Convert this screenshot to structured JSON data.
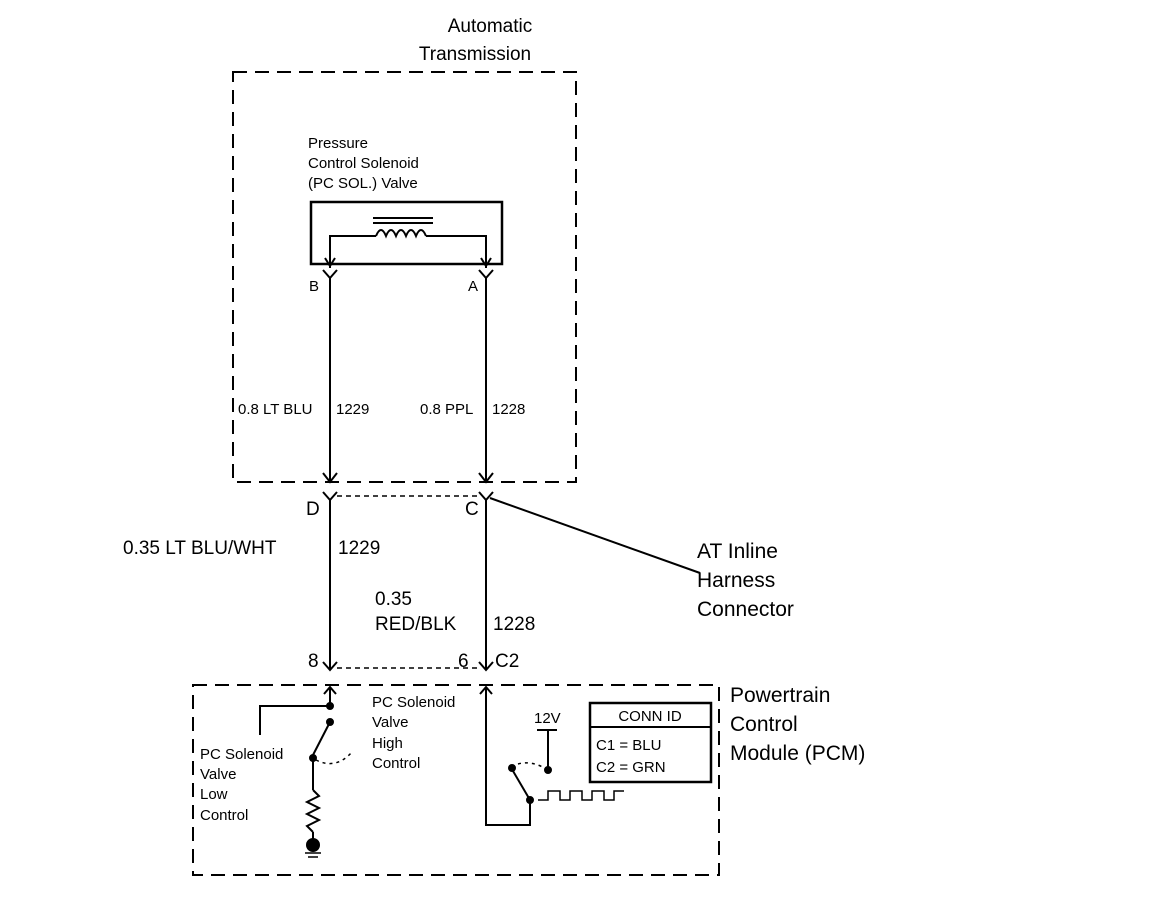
{
  "transmission": {
    "title_line1": "Automatic",
    "title_line2": "Transmission",
    "solenoid_label_line1": "Pressure",
    "solenoid_label_line2": "Control Solenoid",
    "solenoid_label_line3": "(PC SOL.) Valve",
    "pin_b": "B",
    "pin_a": "A",
    "wire_left_label": "0.8 LT BLU",
    "wire_left_circuit": "1229",
    "wire_right_label": "0.8 PPL",
    "wire_right_circuit": "1228"
  },
  "inline_connector": {
    "pin_d": "D",
    "pin_c": "C",
    "label_line1": "AT Inline",
    "label_line2": "Harness",
    "label_line3": "Connector"
  },
  "harness": {
    "wire_left_label": "0.35 LT BLU/WHT",
    "wire_left_circuit": "1229",
    "wire_right_label_line1": "0.35",
    "wire_right_label_line2": "RED/BLK",
    "wire_right_circuit": "1228"
  },
  "pcm": {
    "pin_8": "8",
    "pin_6": "6",
    "connector": "C2",
    "title_line1": "Powertrain",
    "title_line2": "Control",
    "title_line3": "Module (PCM)",
    "high_label_line1": "PC Solenoid",
    "high_label_line2": "Valve",
    "high_label_line3": "High",
    "high_label_line4": "Control",
    "low_label_line1": "PC Solenoid",
    "low_label_line2": "Valve",
    "low_label_line3": "Low",
    "low_label_line4": "Control",
    "voltage": "12V",
    "conn_id_header": "CONN ID",
    "conn_id_row1": "C1 = BLU",
    "conn_id_row2": "C2 = GRN"
  },
  "colors": {
    "ink": "#000000",
    "paper": "#ffffff"
  }
}
